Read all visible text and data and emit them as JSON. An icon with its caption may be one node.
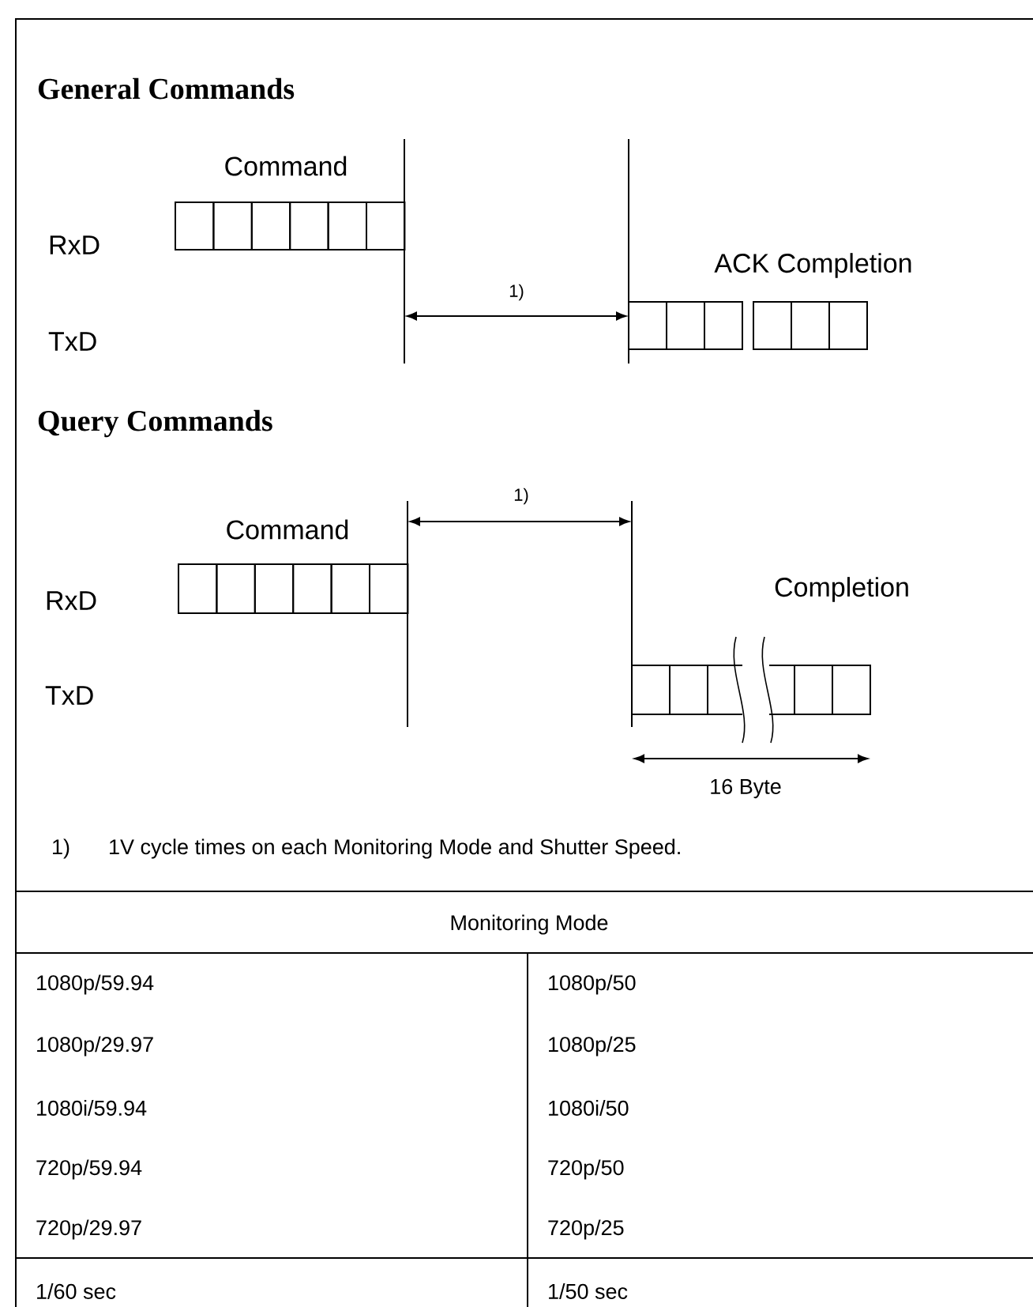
{
  "diagram": {
    "labels": [
      "General Commands",
      "Command",
      "RxD",
      "ACK Completion",
      "1)",
      "TxD",
      "Query Commands",
      "1)",
      "Command",
      "RxD",
      "Completion",
      "TxD",
      "16 Byte",
      "1)",
      "1V cycle times on each Monitoring Mode and Shutter Speed.",
      "Monitoring Mode",
      "1080p/59.94",
      "1080p/50",
      "1080p/29.97",
      "1080p/25",
      "1080i/59.94",
      "1080i/50",
      "720p/59.94",
      "720p/50",
      "720p/29.97",
      "720p/25",
      "1/60 sec",
      "1/50 sec"
    ]
  }
}
